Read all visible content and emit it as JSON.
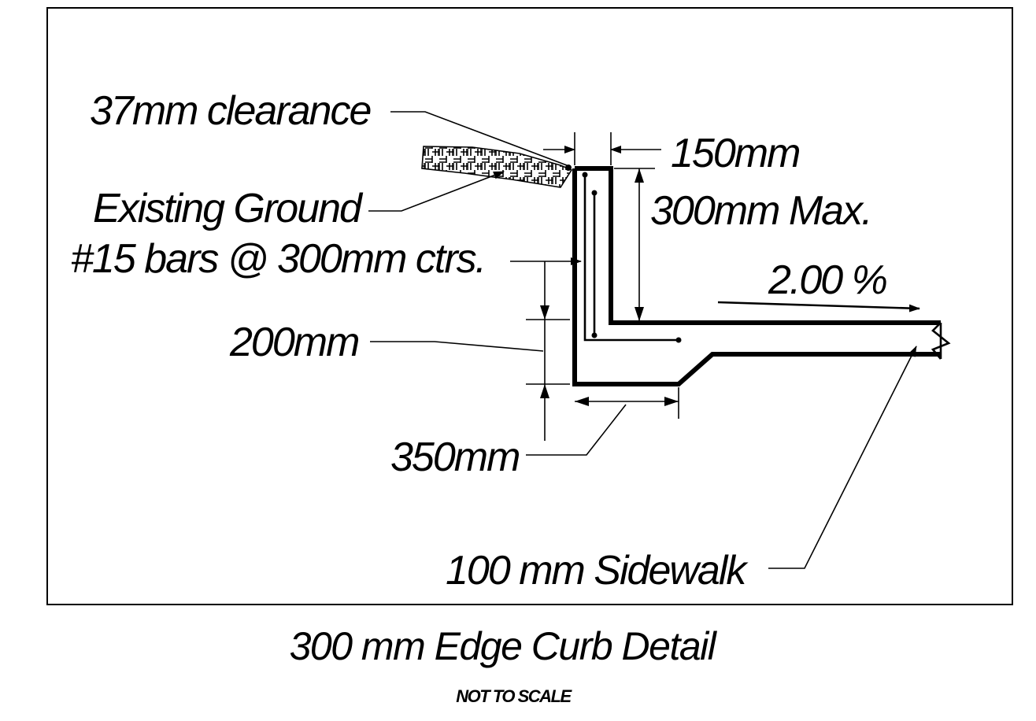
{
  "labels": {
    "clearance": "37mm clearance",
    "width_top": "150mm",
    "existing_ground": "Existing Ground",
    "height_max": "300mm Max.",
    "bars": "#15 bars @ 300mm ctrs.",
    "slope": "2.00 %",
    "depth": "200mm",
    "toe": "350mm",
    "sidewalk": "100 mm Sidewalk"
  },
  "title": "300 mm Edge Curb Detail",
  "note": "NOT TO SCALE",
  "colors": {
    "ink": "#000000",
    "paper": "#ffffff"
  }
}
